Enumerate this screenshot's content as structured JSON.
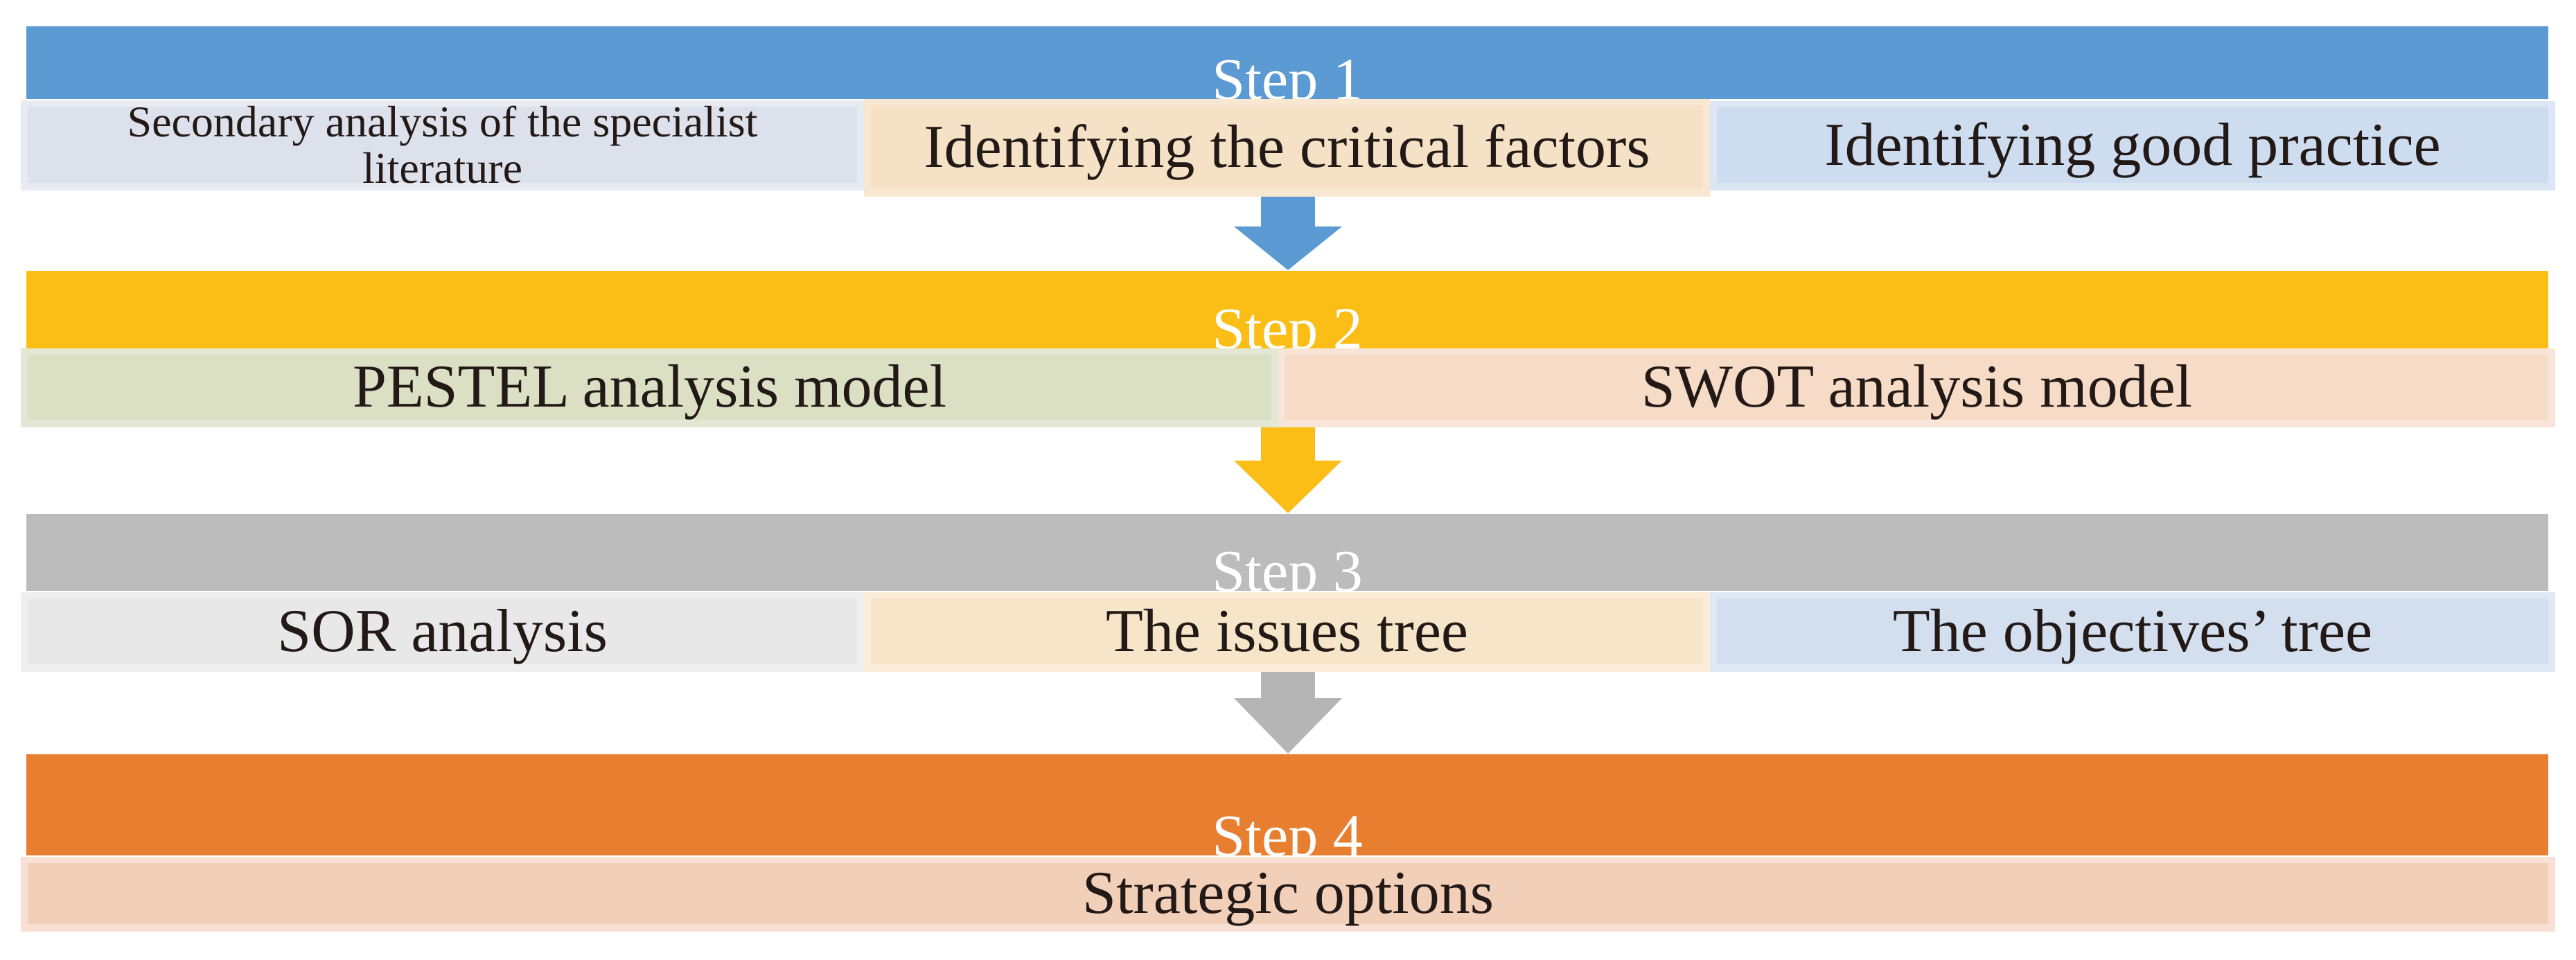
{
  "figure": {
    "title_implicit": "Four-step strategic analysis process",
    "background_color": "#FFFFFF",
    "text_color": "#231A17",
    "step_label_color": "#FFFFFF",
    "steps": [
      {
        "label": "Step 1",
        "header_color": "#5B9AD2",
        "arrow_color": "#5B9AD2",
        "cells": [
          {
            "text": "Secondary analysis of the specialist literature",
            "fill": "#DDE1EC",
            "band": "#E9EBF2"
          },
          {
            "text": "Identifying the critical factors",
            "fill": "#F4E1C6",
            "band": "#F9E8D1"
          },
          {
            "text": "Identifying good practice",
            "fill": "#CEDCEF",
            "band": "#DCE6F4"
          }
        ]
      },
      {
        "label": "Step 2",
        "header_color": "#FBBE17",
        "arrow_color": "#FBBE17",
        "cells": [
          {
            "text": "PESTEL analysis model",
            "fill": "#DBE0C5",
            "band": "#E4E7D4"
          },
          {
            "text": "SWOT analysis model",
            "fill": "#F6DBC6",
            "band": "#F9E5D7"
          }
        ]
      },
      {
        "label": "Step 3",
        "header_color": "#BCBCBC",
        "arrow_color": "#B5B5B5",
        "cells": [
          {
            "text": "SOR analysis",
            "fill": "#E8E8E8",
            "band": "#EFEFEF"
          },
          {
            "text": "The issues tree",
            "fill": "#F7E5C9",
            "band": "#FBEDDA"
          },
          {
            "text": "The objectives’ tree",
            "fill": "#D3DFEF",
            "band": "#DFE8F5"
          }
        ]
      },
      {
        "label": "Step 4",
        "header_color": "#E87E2F",
        "arrow_color": null,
        "cells": [
          {
            "text": "Strategic options",
            "fill": "#F2CFB8",
            "band": "#F8E0D5"
          }
        ]
      }
    ]
  }
}
